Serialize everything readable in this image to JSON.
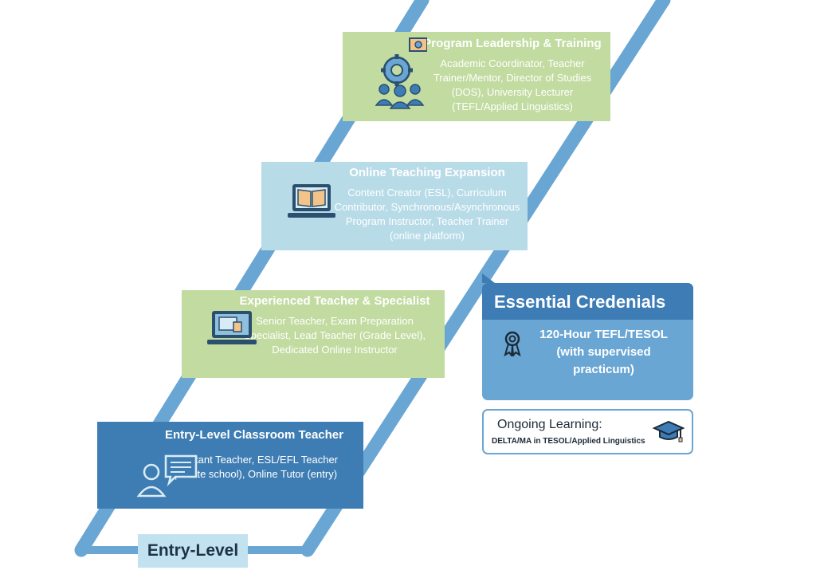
{
  "steps": [
    {
      "title": "Program Leadership & Training",
      "description": "Academic Coordinator, Teacher Trainer/Mentor, Director of Studies (DOS), University Lecturer (TEFL/Applied Linguistics)",
      "icon": "team-gear-icon"
    },
    {
      "title": "Online Teaching Expansion",
      "description": "Content Creator (ESL), Curriculum Contributor, Synchronous/Asynchronous Program Instructor, Teacher Trainer (online platform)",
      "icon": "laptop-book-icon"
    },
    {
      "title": "Experienced Teacher & Specialist",
      "description": "Senior Teacher, Exam Preparation Specialist, Lead Teacher (Grade Level), Dedicated Online Instructor",
      "icon": "laptop-lesson-icon"
    },
    {
      "title": "Entry-Level Classroom Teacher",
      "description": "Assistant Teacher, ESL/EFL Teacher (private school), Online Tutor (entry)",
      "icon": "teacher-speech-icon"
    }
  ],
  "credentials": {
    "title": "Essential Credenials",
    "item": "120-Hour TEFL/TESOL (with supervised practicum)",
    "icon": "award-ribbon-icon"
  },
  "ongoing": {
    "title": "Ongoing Learning:",
    "subtitle": "DELTA/MA in TESOL/Applied Linguistics",
    "icon": "graduation-cap-icon"
  },
  "entry_label": "Entry-Level",
  "colors": {
    "rail": "#6aa6d3",
    "green_step": "#c1dba0",
    "light_blue_step": "#b8dbe8",
    "dark_blue_step": "#3e7db3",
    "credentials_head": "#3d7cb5"
  }
}
